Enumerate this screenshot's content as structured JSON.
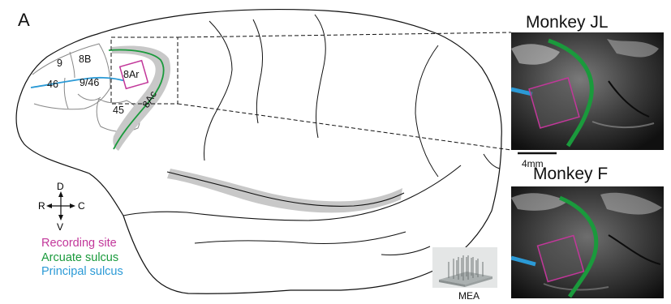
{
  "figure": {
    "panel_letter": "A",
    "monkeys": [
      {
        "name": "Monkey JL"
      },
      {
        "name": "Monkey F"
      }
    ],
    "scale_bar_label": "4mm",
    "array_label": "MEA",
    "brain_area_labels": [
      "9",
      "8B",
      "46",
      "9/46",
      "8Ar",
      "45",
      "8Ac"
    ],
    "compass": {
      "dorsal": "D",
      "ventral": "V",
      "rostral": "R",
      "caudal": "C"
    },
    "legend": [
      {
        "label": "Recording site",
        "color": "#c2379a"
      },
      {
        "label": "Arcuate sulcus",
        "color": "#1a9a3c"
      },
      {
        "label": "Principal sulcus",
        "color": "#2b9ad6"
      }
    ],
    "colors": {
      "recording_site": "#c2379a",
      "arcuate_sulcus": "#1a9a3c",
      "principal_sulcus": "#2b9ad6",
      "arcuate_shading": "#c8c8c8"
    }
  }
}
